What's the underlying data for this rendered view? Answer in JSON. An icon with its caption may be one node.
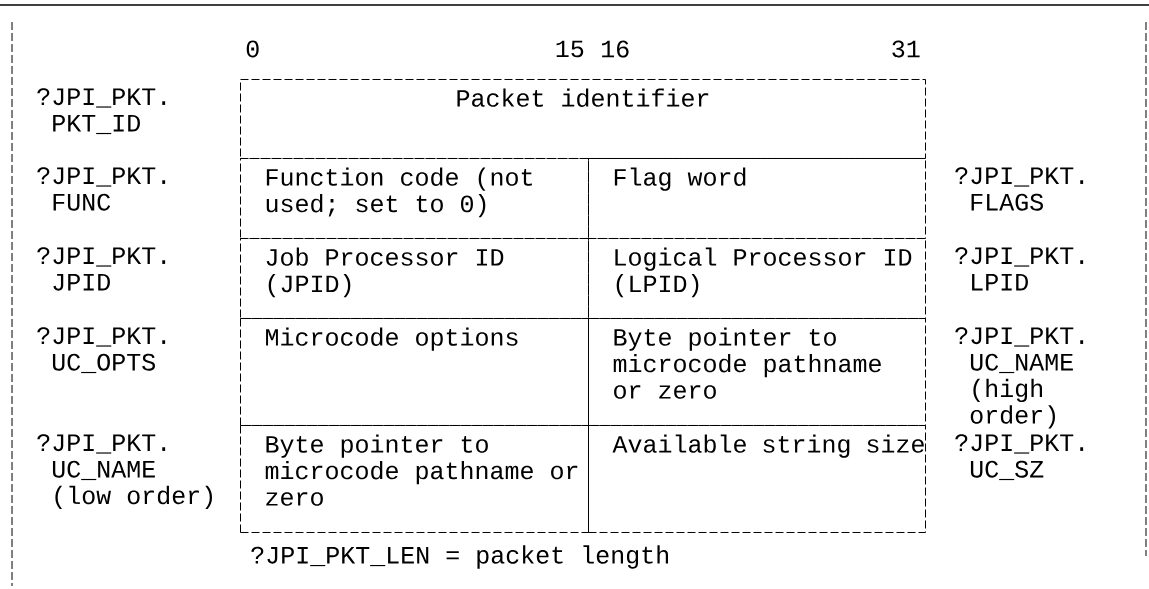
{
  "diagram": {
    "nodes": [
      {
        "text": [
          "Packet identifier"
        ],
        "beside": [
          "?JPI_PKT. PKT_ID"
        ]
      },
      {
        "text": [
          "Function code (not used; set to 0)"
        ],
        "beside": [
          "?JPI_PKT. FUNC"
        ]
      },
      {
        "text": [
          "Flag word"
        ],
        "beside": [
          "?JPI_PKT. FLAGS"
        ]
      },
      {
        "text": [
          "Job Processor ID (JPID)"
        ],
        "beside": [
          "?JPI_PKT. JPID"
        ]
      },
      {
        "text": [
          "Logical Processor ID (LPID)"
        ],
        "beside": [
          "?JPI_PKT. LPID"
        ]
      },
      {
        "text": [
          "Microcode options"
        ],
        "beside": [
          "?JPI_PKT. UC_OPTS"
        ]
      },
      {
        "text": [
          "Byte pointer to microcode pathname or zero"
        ],
        "beside": [
          "?JPI_PKT. UC_NAME (high order)"
        ]
      },
      {
        "text": [
          "Byte pointer to microcode pathname or zero"
        ],
        "beside": [
          "?JPI_PKT. UC_NAME (low order)"
        ]
      },
      {
        "text": [
          "Available string size"
        ],
        "beside": [
          "?JPI_PKT. UC_SZ"
        ]
      }
    ],
    "labels": [
      "0",
      "15",
      "16",
      "31",
      "?JPI_PKT_LEN = packet length"
    ]
  }
}
